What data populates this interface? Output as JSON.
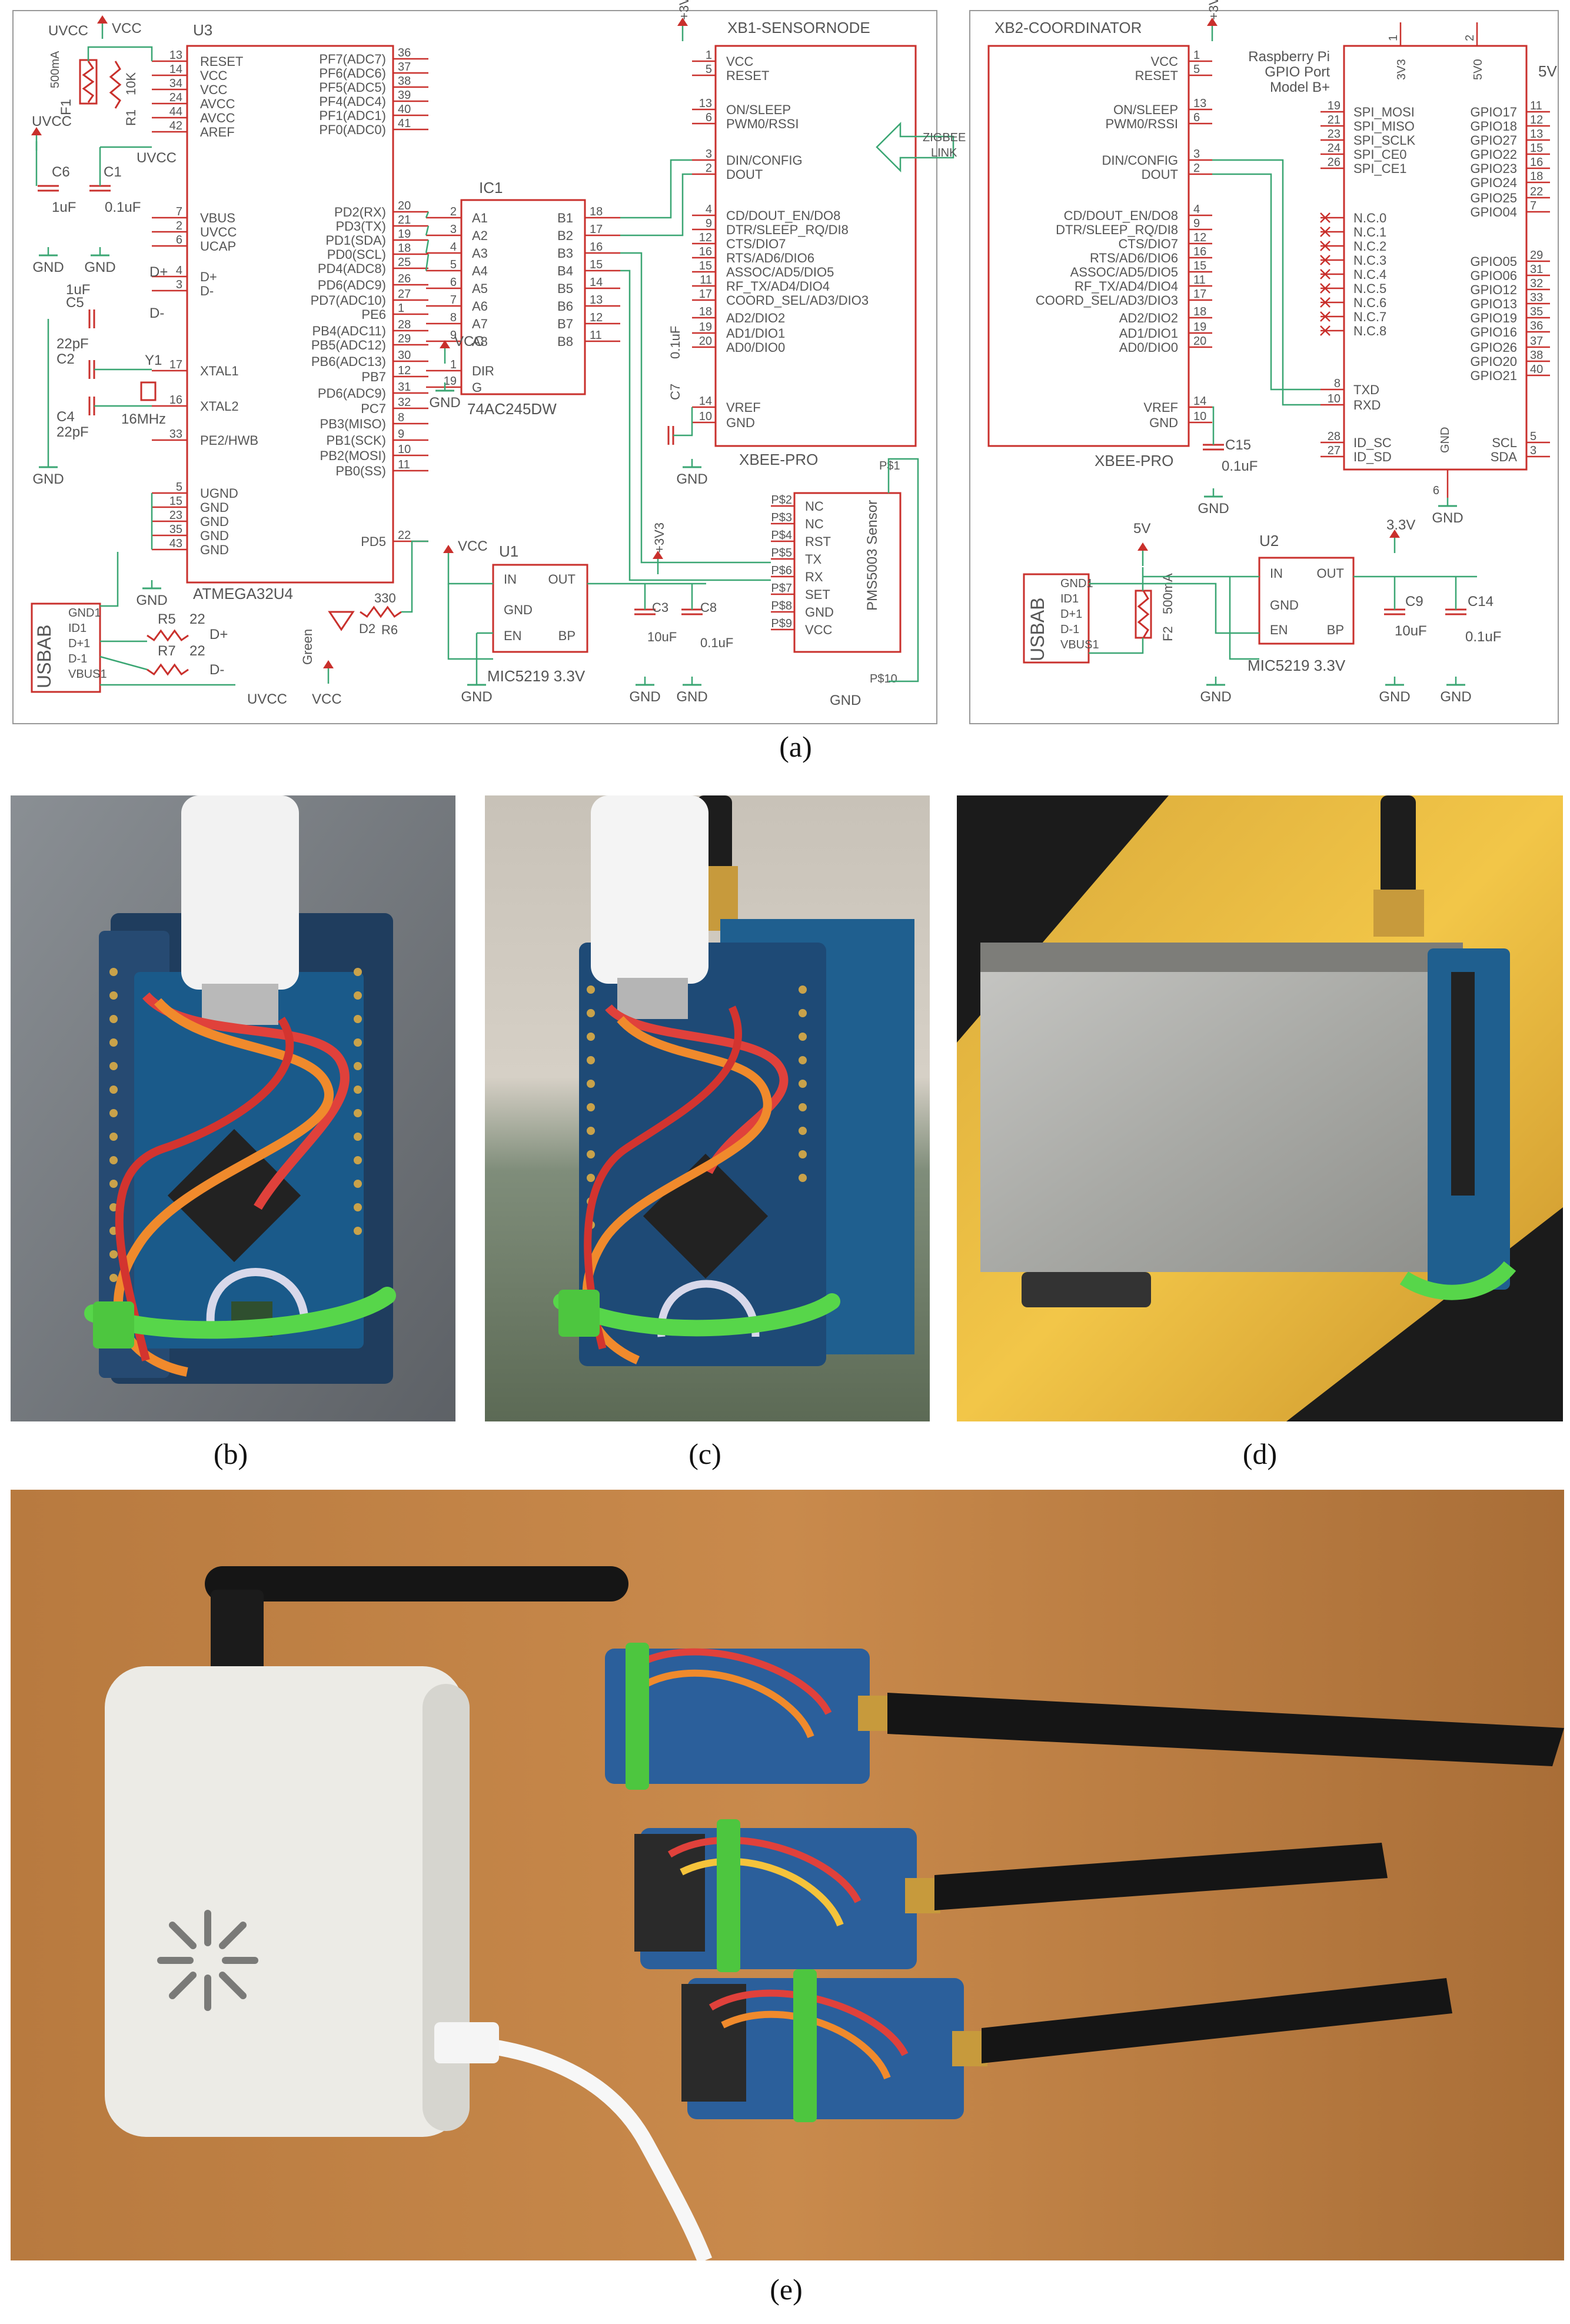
{
  "captions": {
    "a": "(a)",
    "b": "(b)",
    "c": "(c)",
    "d": "(d)",
    "e": "(e)"
  },
  "colors": {
    "wire": "#3aa673",
    "part": "#c9302c",
    "label": "#555555",
    "grid": "#999999"
  },
  "schematic_left": {
    "title_xb1": "XB1-SENSORNODE",
    "u3": {
      "ref": "U3",
      "name": "ATMEGA32U4",
      "left_pins": [
        {
          "num": "13",
          "name": "RESET"
        },
        {
          "num": "14",
          "name": "VCC"
        },
        {
          "num": "34",
          "name": "VCC"
        },
        {
          "num": "24",
          "name": "AVCC"
        },
        {
          "num": "44",
          "name": "AVCC"
        },
        {
          "num": "42",
          "name": "AREF"
        },
        {
          "num": "7",
          "name": "VBUS"
        },
        {
          "num": "2",
          "name": "UVCC"
        },
        {
          "num": "6",
          "name": "UCAP"
        },
        {
          "num": "4",
          "name": "D+"
        },
        {
          "num": "3",
          "name": "D-"
        },
        {
          "num": "17",
          "name": "XTAL1"
        },
        {
          "num": "16",
          "name": "XTAL2"
        },
        {
          "num": "33",
          "name": "PE2/HWB"
        },
        {
          "num": "5",
          "name": "UGND"
        },
        {
          "num": "15",
          "name": "GND"
        },
        {
          "num": "23",
          "name": "GND"
        },
        {
          "num": "35",
          "name": "GND"
        },
        {
          "num": "43",
          "name": "GND"
        }
      ],
      "right_pins": [
        {
          "num": "36",
          "name": "PF7(ADC7)"
        },
        {
          "num": "37",
          "name": "PF6(ADC6)"
        },
        {
          "num": "38",
          "name": "PF5(ADC5)"
        },
        {
          "num": "39",
          "name": "PF4(ADC4)"
        },
        {
          "num": "40",
          "name": "PF1(ADC1)"
        },
        {
          "num": "41",
          "name": "PF0(ADC0)"
        },
        {
          "num": "20",
          "name": "PD2(RX)"
        },
        {
          "num": "21",
          "name": "PD3(TX)"
        },
        {
          "num": "19",
          "name": "PD1(SDA)"
        },
        {
          "num": "18",
          "name": "PD0(SCL)"
        },
        {
          "num": "25",
          "name": "PD4(ADC8)"
        },
        {
          "num": "26",
          "name": "PD6(ADC9)"
        },
        {
          "num": "27",
          "name": "PD7(ADC10)"
        },
        {
          "num": "1",
          "name": "PE6"
        },
        {
          "num": "28",
          "name": "PB4(ADC11)"
        },
        {
          "num": "29",
          "name": "PB5(ADC12)"
        },
        {
          "num": "30",
          "name": "PB6(ADC13)"
        },
        {
          "num": "12",
          "name": "PB7"
        },
        {
          "num": "31",
          "name": "PD6(ADC9)"
        },
        {
          "num": "32",
          "name": "PC7"
        },
        {
          "num": "8",
          "name": "PB3(MISO)"
        },
        {
          "num": "9",
          "name": "PB1(SCK)"
        },
        {
          "num": "10",
          "name": "PB2(MOSI)"
        },
        {
          "num": "11",
          "name": "PB0(SS)"
        },
        {
          "num": "22",
          "name": "PD5"
        }
      ]
    },
    "ic1": {
      "ref": "IC1",
      "name": "74AC245DW",
      "a_pins": [
        {
          "num": "2",
          "name": "A1"
        },
        {
          "num": "3",
          "name": "A2"
        },
        {
          "num": "4",
          "name": "A3"
        },
        {
          "num": "5",
          "name": "A4"
        },
        {
          "num": "6",
          "name": "A5"
        },
        {
          "num": "7",
          "name": "A6"
        },
        {
          "num": "8",
          "name": "A7"
        },
        {
          "num": "9",
          "name": "A8"
        }
      ],
      "b_pins": [
        {
          "num": "18",
          "name": "B1"
        },
        {
          "num": "17",
          "name": "B2"
        },
        {
          "num": "16",
          "name": "B3"
        },
        {
          "num": "15",
          "name": "B4"
        },
        {
          "num": "14",
          "name": "B5"
        },
        {
          "num": "13",
          "name": "B6"
        },
        {
          "num": "12",
          "name": "B7"
        },
        {
          "num": "11",
          "name": "B8"
        }
      ],
      "ctrl_pins": [
        {
          "num": "1",
          "name": "DIR"
        },
        {
          "num": "19",
          "name": "G"
        }
      ]
    },
    "xbee": {
      "name": "XBEE-PRO",
      "pins": [
        {
          "num": "1",
          "name": "VCC"
        },
        {
          "num": "5",
          "name": "RESET"
        },
        {
          "num": "13",
          "name": "ON/SLEEP"
        },
        {
          "num": "6",
          "name": "PWM0/RSSI"
        },
        {
          "num": "3",
          "name": "DIN/CONFIG"
        },
        {
          "num": "2",
          "name": "DOUT"
        },
        {
          "num": "4",
          "name": "CD/DOUT_EN/DO8"
        },
        {
          "num": "9",
          "name": "DTR/SLEEP_RQ/DI8"
        },
        {
          "num": "12",
          "name": "CTS/DIO7"
        },
        {
          "num": "16",
          "name": "RTS/AD6/DIO6"
        },
        {
          "num": "15",
          "name": "ASSOC/AD5/DIO5"
        },
        {
          "num": "11",
          "name": "RF_TX/AD4/DIO4"
        },
        {
          "num": "17",
          "name": "COORD_SEL/AD3/DIO3"
        },
        {
          "num": "18",
          "name": "AD2/DIO2"
        },
        {
          "num": "19",
          "name": "AD1/DIO1"
        },
        {
          "num": "20",
          "name": "AD0/DIO0"
        },
        {
          "num": "14",
          "name": "VREF"
        },
        {
          "num": "10",
          "name": "GND"
        }
      ]
    },
    "pms": {
      "name": "PMS5003 Sensor",
      "pins": [
        {
          "num": "P$2",
          "name": "NC"
        },
        {
          "num": "P$3",
          "name": "NC"
        },
        {
          "num": "P$4",
          "name": "RST"
        },
        {
          "num": "P$5",
          "name": "TX"
        },
        {
          "num": "P$6",
          "name": "RX"
        },
        {
          "num": "P$7",
          "name": "SET"
        },
        {
          "num": "P$8",
          "name": "GND"
        },
        {
          "num": "P$9",
          "name": "VCC"
        }
      ],
      "extra": {
        "p1": "P$1",
        "p10": "P$10",
        "gnd": "GND"
      }
    },
    "u1": {
      "ref": "U1",
      "name": "MIC5219 3.3V",
      "pins": [
        "IN",
        "OUT",
        "GND",
        "EN",
        "BP"
      ]
    },
    "usb": {
      "name": "USBAB",
      "pins": [
        "GND1",
        "ID1",
        "D+1",
        "D-1",
        "VBUS1"
      ]
    },
    "labels": {
      "uvcc": "UVCC",
      "vcc": "VCC",
      "gnd": "GND",
      "v3v3": "+3V3",
      "f1": "F1",
      "f1_val": "500mA",
      "r1": "R1",
      "r1_val": "10K",
      "c6": "C6",
      "c6_val": "1uF",
      "c1": "C1",
      "c1_val": "0.1uF",
      "c5": "C5",
      "c5_val": "1uF",
      "c2": "C2",
      "c2_val": "22pF",
      "c4": "C4",
      "c4_val": "22pF",
      "y1": "Y1",
      "y1_val": "16MHz",
      "dplus": "D+",
      "dminus": "D-",
      "r5": "R5",
      "r5_val": "22",
      "r7": "R7",
      "r7_val": "22",
      "r6": "R6",
      "r6_val": "330",
      "d2": "D2",
      "green": "Green",
      "c3": "C3",
      "c3_val": "10uF",
      "c8": "C8",
      "c8_val": "0.1uF",
      "c7": "C7",
      "c7_val": "0.1uF",
      "zigbee": "ZIGBEE",
      "link": "LINK"
    }
  },
  "schematic_right": {
    "title_xb2": "XB2-COORDINATOR",
    "v3v3": "+3V3",
    "xbee": {
      "name": "XBEE-PRO",
      "pins": [
        {
          "num": "1",
          "name": "VCC"
        },
        {
          "num": "5",
          "name": "RESET"
        },
        {
          "num": "13",
          "name": "ON/SLEEP"
        },
        {
          "num": "6",
          "name": "PWM0/RSSI"
        },
        {
          "num": "3",
          "name": "DIN/CONFIG"
        },
        {
          "num": "2",
          "name": "DOUT"
        },
        {
          "num": "4",
          "name": "CD/DOUT_EN/DO8"
        },
        {
          "num": "9",
          "name": "DTR/SLEEP_RQ/DI8"
        },
        {
          "num": "12",
          "name": "CTS/DIO7"
        },
        {
          "num": "16",
          "name": "RTS/AD6/DIO6"
        },
        {
          "num": "15",
          "name": "ASSOC/AD5/DIO5"
        },
        {
          "num": "11",
          "name": "RF_TX/AD4/DIO4"
        },
        {
          "num": "17",
          "name": "COORD_SEL/AD3/DIO3"
        },
        {
          "num": "18",
          "name": "AD2/DIO2"
        },
        {
          "num": "19",
          "name": "AD1/DIO1"
        },
        {
          "num": "20",
          "name": "AD0/DIO0"
        },
        {
          "num": "14",
          "name": "VREF"
        },
        {
          "num": "10",
          "name": "GND"
        }
      ]
    },
    "rpi": {
      "title_lines": [
        "Raspberry Pi",
        "GPIO Port",
        "Model B+"
      ],
      "top_pins": [
        {
          "num": "1",
          "name": "3V3"
        },
        {
          "num": "2",
          "name": "5V0"
        }
      ],
      "left_pins": [
        {
          "num": "19",
          "name": "SPI_MOSI"
        },
        {
          "num": "21",
          "name": "SPI_MISO"
        },
        {
          "num": "23",
          "name": "SPI_SCLK"
        },
        {
          "num": "24",
          "name": "SPI_CE0"
        },
        {
          "num": "26",
          "name": "SPI_CE1"
        },
        {
          "num": "",
          "name": "N.C.0"
        },
        {
          "num": "",
          "name": "N.C.1"
        },
        {
          "num": "",
          "name": "N.C.2"
        },
        {
          "num": "",
          "name": "N.C.3"
        },
        {
          "num": "",
          "name": "N.C.4"
        },
        {
          "num": "",
          "name": "N.C.5"
        },
        {
          "num": "",
          "name": "N.C.6"
        },
        {
          "num": "",
          "name": "N.C.7"
        },
        {
          "num": "",
          "name": "N.C.8"
        },
        {
          "num": "8",
          "name": "TXD"
        },
        {
          "num": "10",
          "name": "RXD"
        },
        {
          "num": "28",
          "name": "ID_SC"
        },
        {
          "num": "27",
          "name": "ID_SD"
        }
      ],
      "right_pins": [
        {
          "num": "11",
          "name": "GPIO17"
        },
        {
          "num": "12",
          "name": "GPIO18"
        },
        {
          "num": "13",
          "name": "GPIO27"
        },
        {
          "num": "15",
          "name": "GPIO22"
        },
        {
          "num": "16",
          "name": "GPIO23"
        },
        {
          "num": "18",
          "name": "GPIO24"
        },
        {
          "num": "22",
          "name": "GPIO25"
        },
        {
          "num": "7",
          "name": "GPIO04"
        },
        {
          "num": "29",
          "name": "GPIO05"
        },
        {
          "num": "31",
          "name": "GPIO06"
        },
        {
          "num": "32",
          "name": "GPIO12"
        },
        {
          "num": "33",
          "name": "GPIO13"
        },
        {
          "num": "35",
          "name": "GPIO19"
        },
        {
          "num": "36",
          "name": "GPIO16"
        },
        {
          "num": "37",
          "name": "GPIO26"
        },
        {
          "num": "38",
          "name": "GPIO20"
        },
        {
          "num": "40",
          "name": "GPIO21"
        },
        {
          "num": "5",
          "name": "SCL"
        },
        {
          "num": "3",
          "name": "SDA"
        }
      ],
      "gnd": "GND",
      "gnd_num": "6"
    },
    "c15": "C15",
    "c15_val": "0.1uF",
    "u2": {
      "ref": "U2",
      "name": "MIC5219 3.3V",
      "pins": [
        "IN",
        "OUT",
        "GND",
        "EN",
        "BP"
      ]
    },
    "v5": "5V",
    "v33": "3.3V",
    "f2": "F2",
    "f2_val": "500mA",
    "c9": "C9",
    "c9_val": "10uF",
    "c14": "C14",
    "c14_val": "0.1uF",
    "usb": {
      "name": "USBAB",
      "pins": [
        "GND1",
        "ID1",
        "D+1",
        "D-1",
        "VBUS1"
      ]
    },
    "gnd": "GND"
  }
}
